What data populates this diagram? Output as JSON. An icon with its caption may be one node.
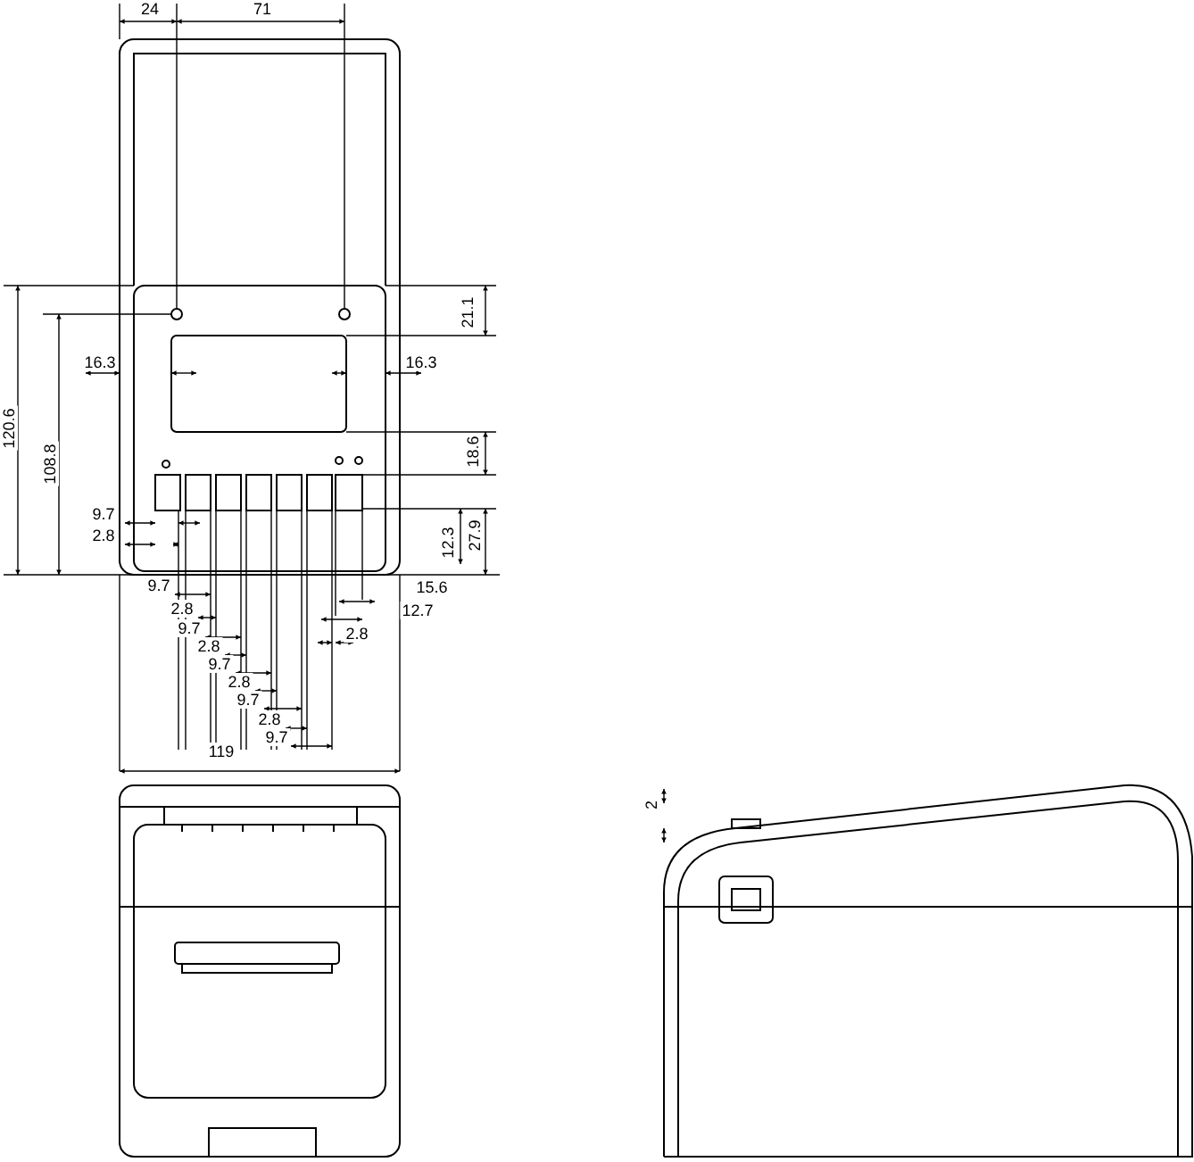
{
  "diagram": {
    "labels": [
      "24",
      "71",
      "21.1",
      "16.3",
      "16.3",
      "120.6",
      "108.8",
      "18.6",
      "9.7",
      "12.3",
      "27.9",
      "2.8",
      "9.7",
      "15.6",
      "2.8",
      "12.7",
      "9.7",
      "2.8",
      "2.8",
      "9.7",
      "2.8",
      "9.7",
      "2.8",
      "9.7",
      "119",
      "2"
    ]
  }
}
